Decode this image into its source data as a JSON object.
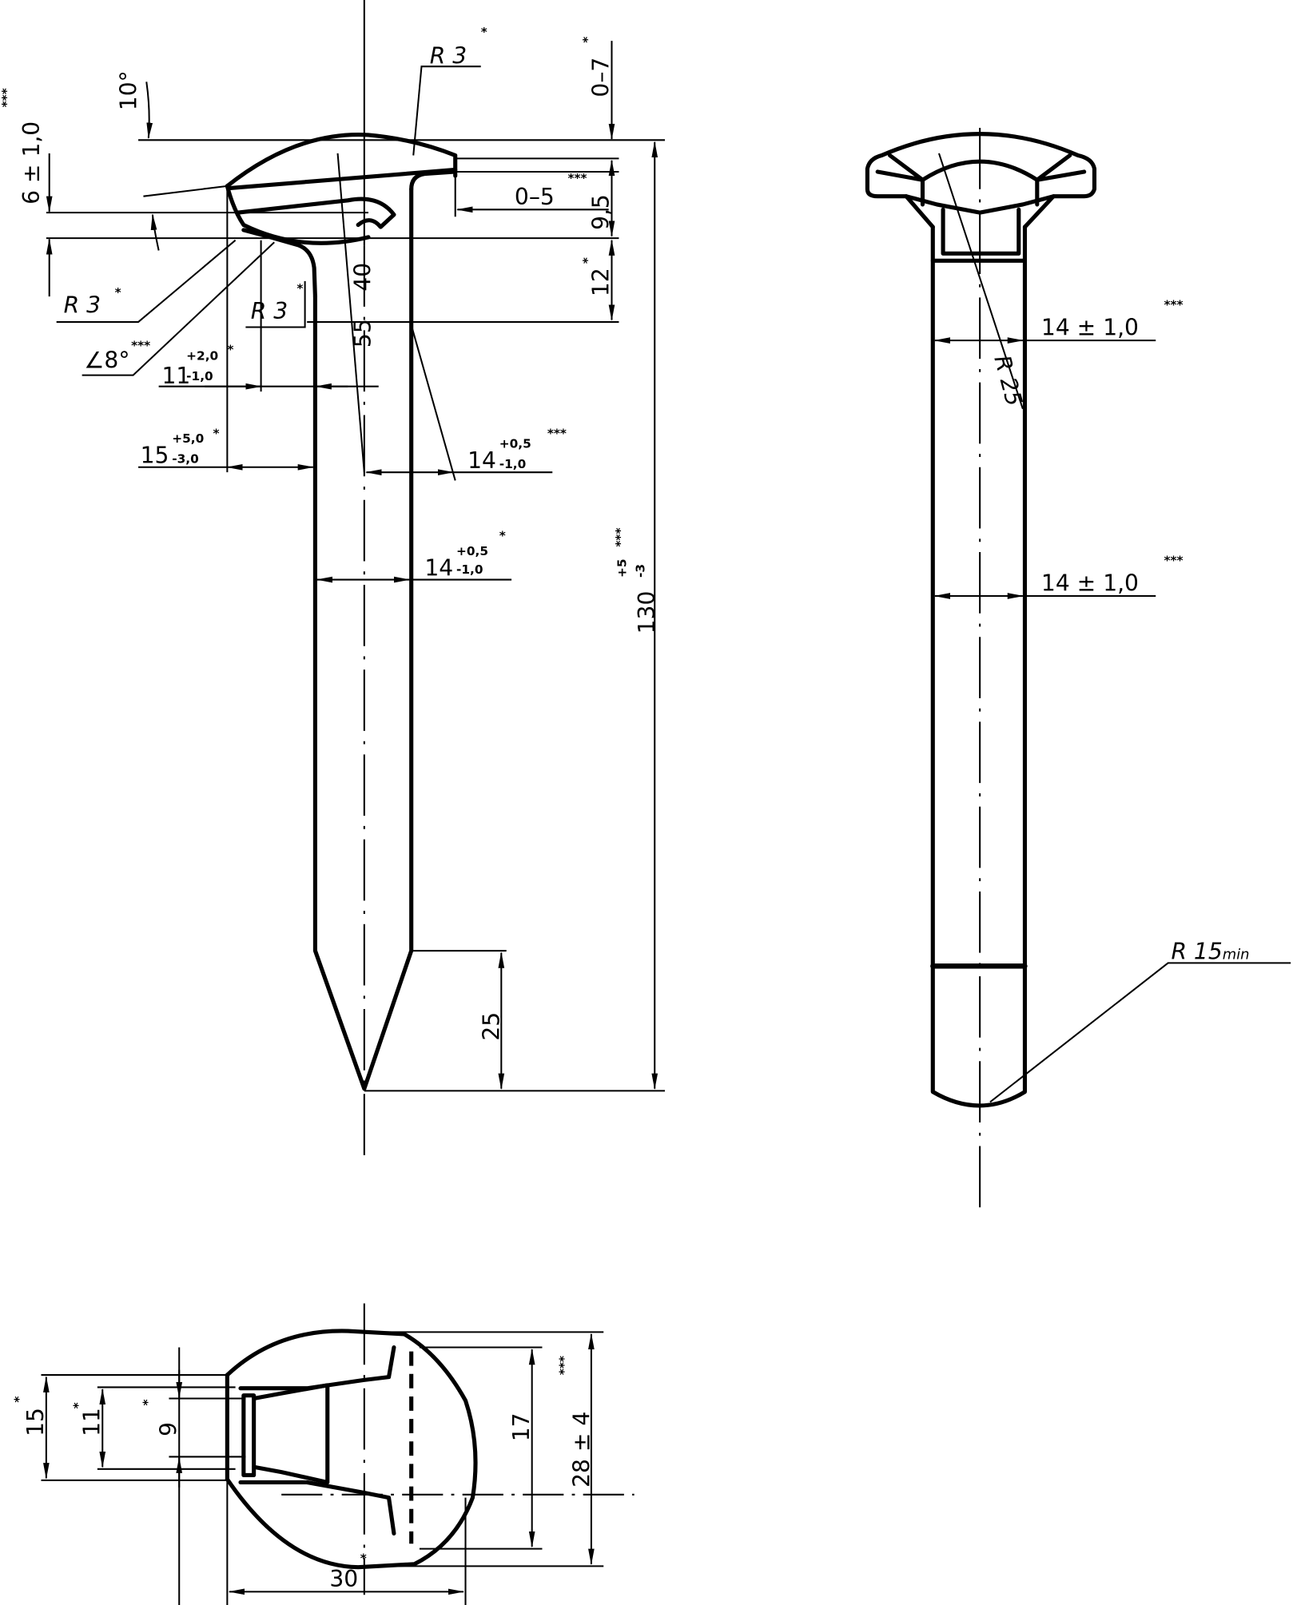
{
  "side_view": {
    "r3_top": {
      "text": "R 3",
      "mark": "*"
    },
    "r3_left": {
      "text": "R 3",
      "mark": "*"
    },
    "r3_mid": {
      "text": "R 3",
      "mark": "*"
    },
    "angle_8": {
      "text": "∠8°",
      "mark": "***"
    },
    "angle_10": {
      "text": "10°"
    },
    "d_6": {
      "text": "6 ± 1,0",
      "mark": "***"
    },
    "d_0_7": {
      "text": "0–7",
      "mark": "*"
    },
    "d_0_5": {
      "text": "0–5",
      "mark": "***"
    },
    "d_9_5": {
      "text": "9,5"
    },
    "d_12": {
      "text": "12",
      "mark": "*"
    },
    "d_11": {
      "text": "11",
      "upper": "+2,0",
      "lower": "-1,0",
      "mark": "*"
    },
    "d_15": {
      "text": "15",
      "upper": "+5,0",
      "lower": "-3,0",
      "mark": "*"
    },
    "d_14a": {
      "text": "14",
      "upper": "+0,5",
      "lower": "-1,0",
      "mark": "***"
    },
    "d_14b": {
      "text": "14",
      "upper": "+0,5",
      "lower": "-1,0",
      "mark": "*"
    },
    "d_40": "40",
    "d_55": "55",
    "d_130": {
      "text": "130",
      "upper": "+5",
      "lower": "-3",
      "mark": "***"
    },
    "d_25": "25"
  },
  "front_view": {
    "r25": "R 25",
    "d14_top": {
      "text": "14 ± 1,0",
      "mark": "***"
    },
    "d14_bottom": {
      "text": "14 ± 1,0",
      "mark": "***"
    },
    "r15": {
      "text": "R 15",
      "sub": "min"
    }
  },
  "bottom_view": {
    "d15": {
      "text": "15",
      "mark": "*"
    },
    "d11": {
      "text": "11",
      "mark": "*"
    },
    "d9": {
      "text": "9",
      "mark": "*"
    },
    "d17": {
      "text": "17"
    },
    "d28": {
      "text": "28 ± 4",
      "mark": "***"
    },
    "d30": {
      "text": "30",
      "mark": "*"
    }
  }
}
